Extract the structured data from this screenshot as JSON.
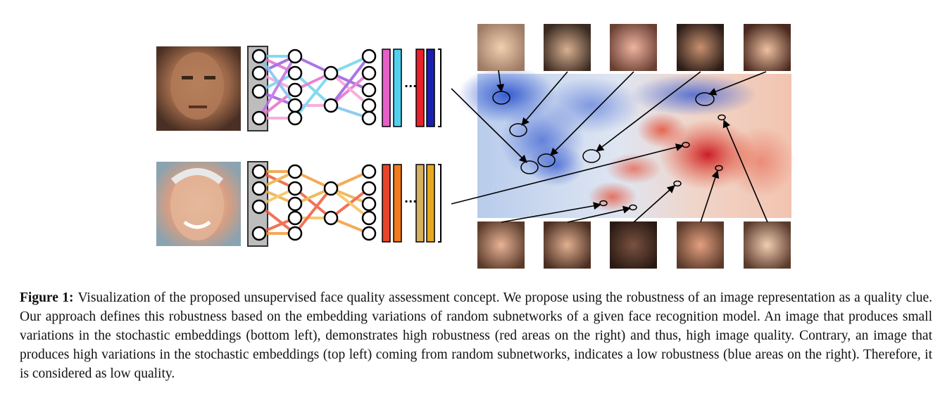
{
  "caption": {
    "label": "Figure 1:",
    "text": "Visualization of the proposed unsupervised face quality assessment concept. We propose using the robustness of an image representation as a quality clue. Our approach defines this robustness based on the embedding variations of random subnetworks of a given face recognition model. An image that produces small variations in the stochastic embeddings (bottom left), demonstrates high robustness (red areas on the right) and thus, high image quality. Contrary, an image that produces high variations in the stochastic embeddings (top left) coming from random subnetworks, indicates a low robustness (blue areas on the right). Therefore, it is considered as low quality."
  },
  "colors": {
    "low_quality": "#3a64d8",
    "high_quality": "#d8342c",
    "neutral": "#dde8f4",
    "top_net_edges": [
      "#6fd3f0",
      "#e46fc8",
      "#9a5ee0",
      "#f7a0d8"
    ],
    "bottom_net_edges": [
      "#f39c3a",
      "#f05a3a",
      "#e9b040",
      "#f7c05a"
    ],
    "top_bars": [
      "#e65fc8",
      "#52d0f0",
      "#e8202a",
      "#1b1fb0"
    ],
    "bottom_bars": [
      "#e8442c",
      "#f27a1a",
      "#d8b060",
      "#e8a820"
    ]
  },
  "icons": [
    "face-photo",
    "neuron-circle",
    "ellipsis-dots"
  ]
}
